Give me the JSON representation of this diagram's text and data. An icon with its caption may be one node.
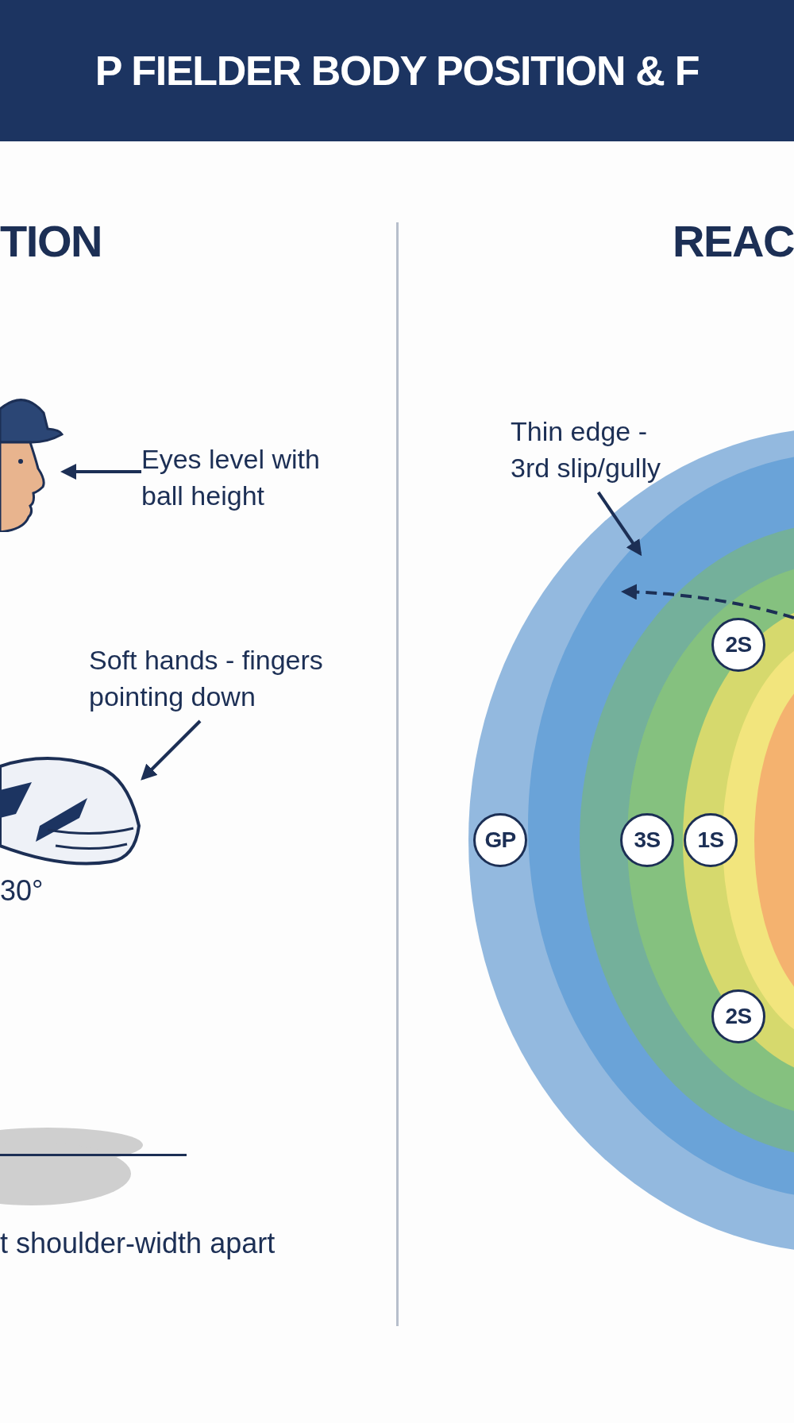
{
  "diagram": {
    "title": "P FIELDER BODY POSITION & F",
    "nodes": [
      {
        "text": [
          "Eyes level with ball height"
        ]
      },
      {
        "text": [],
        "shape": "picture"
      },
      {
        "text": [
          "Soft hands - fingers pointing down"
        ]
      },
      {
        "text": [],
        "shape": "picture"
      },
      {
        "text": [
          "Thin edge - 3rd slip/gully"
        ]
      },
      {
        "text": [
          "2S"
        ]
      },
      {
        "text": [
          "GP"
        ]
      },
      {
        "text": [
          "3S"
        ]
      },
      {
        "text": [
          "1S"
        ]
      },
      {
        "text": [
          "2S"
        ]
      }
    ],
    "edges": [
      {
        "from": 0,
        "to": 1,
        "arrow": "to"
      },
      {
        "from": 2,
        "to": 3,
        "arrow": "to"
      },
      {
        "from": 4,
        "to": null,
        "arrow": "to"
      }
    ],
    "labels": [
      "TION",
      "REAC",
      "30°",
      "t shoulder-width apart"
    ]
  }
}
